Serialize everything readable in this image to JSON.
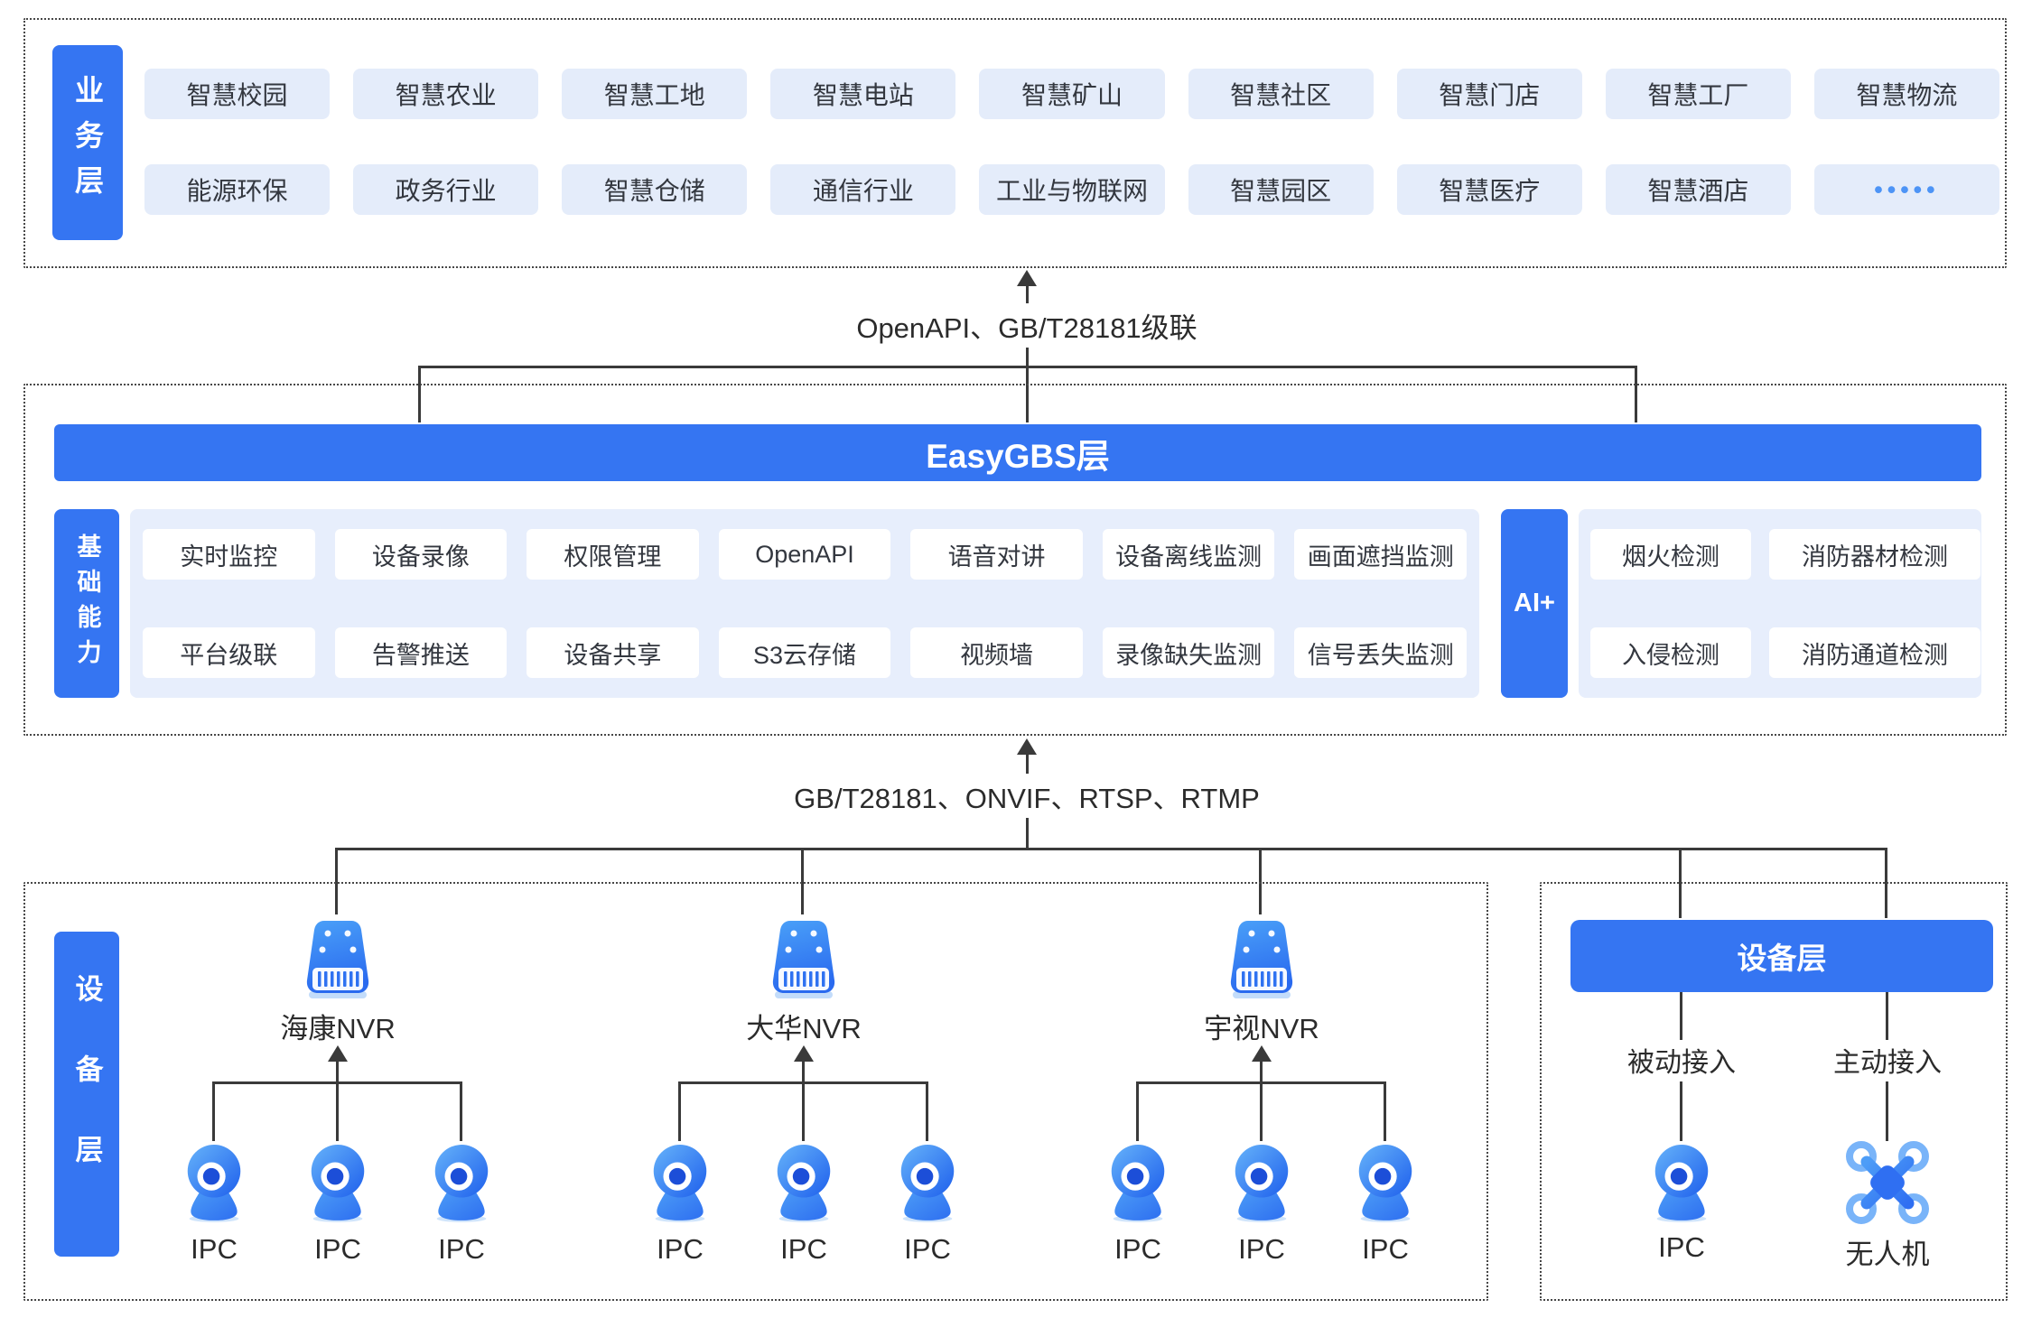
{
  "colors": {
    "primary": "#3575F2",
    "business_box_bg": "#E4ECFA",
    "panel_bg": "#E7EEFC",
    "line": "#3A3A3A"
  },
  "business_layer": {
    "label": "业务层",
    "row1": [
      "智慧校园",
      "智慧农业",
      "智慧工地",
      "智慧电站",
      "智慧矿山",
      "智慧社区",
      "智慧门店",
      "智慧工厂",
      "智慧物流"
    ],
    "row2": [
      "能源环保",
      "政务行业",
      "智慧仓储",
      "通信行业",
      "工业与物联网",
      "智慧园区",
      "智慧医疗",
      "智慧酒店",
      "•••••"
    ]
  },
  "connector_top": {
    "label": "OpenAPI、GB/T28181级联"
  },
  "easygbs_layer": {
    "title": "EasyGBS层",
    "base_label": "基础能力",
    "base_row1": [
      "实时监控",
      "设备录像",
      "权限管理",
      "OpenAPI",
      "语音对讲",
      "设备离线监测",
      "画面遮挡监测"
    ],
    "base_row2": [
      "平台级联",
      "告警推送",
      "设备共享",
      "S3云存储",
      "视频墙",
      "录像缺失监测",
      "信号丢失监测"
    ],
    "ai_label": "AI+",
    "ai_row1": [
      "烟火检测",
      "消防器材检测"
    ],
    "ai_row2": [
      "入侵检测",
      "消防通道检测"
    ]
  },
  "connector_bottom": {
    "label": "GB/T28181、ONVIF、RTSP、RTMP"
  },
  "device_layer_left": {
    "label": "设备层",
    "groups": [
      {
        "nvr": "海康NVR",
        "ipcs": [
          "IPC",
          "IPC",
          "IPC"
        ]
      },
      {
        "nvr": "大华NVR",
        "ipcs": [
          "IPC",
          "IPC",
          "IPC"
        ]
      },
      {
        "nvr": "宇视NVR",
        "ipcs": [
          "IPC",
          "IPC",
          "IPC"
        ]
      }
    ]
  },
  "device_layer_right": {
    "banner": "设备层",
    "columns": [
      {
        "mode": "被动接入",
        "device": "IPC",
        "icon": "ipc-camera-icon"
      },
      {
        "mode": "主动接入",
        "device": "无人机",
        "icon": "drone-icon"
      }
    ]
  }
}
